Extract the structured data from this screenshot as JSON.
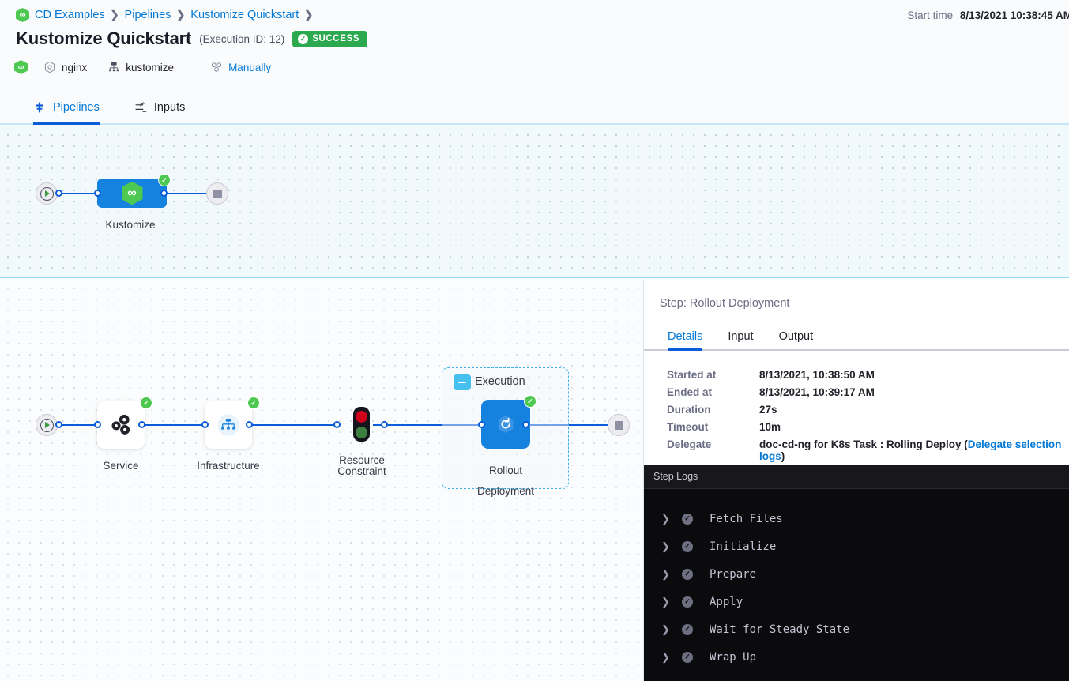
{
  "header": {
    "breadcrumb": [
      {
        "label": "CD Examples",
        "icon": "harness-hex-icon"
      },
      {
        "label": "Pipelines"
      },
      {
        "label": "Kustomize Quickstart"
      }
    ],
    "start_time_label": "Start time",
    "start_time_value": "8/13/2021 10:38:45 AM",
    "title": "Kustomize Quickstart",
    "execution_id": "(Execution ID: 12)",
    "status_badge": "SUCCESS",
    "status_color": "#2ca84f",
    "meta": [
      {
        "icon": "harness-hex-icon",
        "label": ""
      },
      {
        "icon": "service-hexagon-icon",
        "label": "nginx"
      },
      {
        "icon": "environment-icon",
        "label": "kustomize"
      },
      {
        "icon": "trigger-manual-icon",
        "label": "Manually",
        "link": true
      }
    ]
  },
  "tabs": [
    {
      "label": "Pipelines",
      "icon": "pipeline-icon",
      "active": true
    },
    {
      "label": "Inputs",
      "icon": "inputs-icon",
      "active": false
    }
  ],
  "top_graph": {
    "start_node": "start-node",
    "stage": {
      "label": "Kustomize",
      "status": "success"
    },
    "end_node": "stop-node"
  },
  "stage_selector": {
    "stage_label": "Kustomize",
    "segments": [
      "Infrastructure",
      "Execution"
    ]
  },
  "bottom_graph": {
    "nodes": [
      {
        "label": "Service",
        "icon": "service-icon",
        "status": "success"
      },
      {
        "label": "Infrastructure",
        "icon": "infrastructure-icon",
        "status": "success"
      },
      {
        "label": "Resource\nConstraint",
        "icon": "traffic-light-icon",
        "status": "none"
      },
      {
        "label": "Rollout\nDeployment",
        "icon": "rollout-icon",
        "status": "success"
      }
    ],
    "group": {
      "title": "Execution",
      "collapse_icon": "minus-icon"
    }
  },
  "right_panel": {
    "step_title": "Step: Rollout Deployment",
    "tabs": [
      {
        "label": "Details",
        "active": true
      },
      {
        "label": "Input",
        "active": false
      },
      {
        "label": "Output",
        "active": false
      }
    ],
    "details": [
      {
        "label": "Started at",
        "value": "8/13/2021, 10:38:50 AM"
      },
      {
        "label": "Ended at",
        "value": "8/13/2021, 10:39:17 AM"
      },
      {
        "label": "Duration",
        "value": "27s"
      },
      {
        "label": "Timeout",
        "value": "10m"
      },
      {
        "label": "Delegate",
        "value": "doc-cd-ng for K8s Task : Rolling Deploy (",
        "link_text": "Delegate selection logs",
        "value_suffix": ")"
      }
    ]
  },
  "logs": {
    "title": "Step Logs",
    "rows": [
      {
        "name": "Fetch Files",
        "status": "success"
      },
      {
        "name": "Initialize",
        "status": "success"
      },
      {
        "name": "Prepare",
        "status": "success"
      },
      {
        "name": "Apply",
        "status": "success"
      },
      {
        "name": "Wait for Steady State",
        "status": "success"
      },
      {
        "name": "Wrap Up",
        "status": "success"
      }
    ]
  },
  "colors": {
    "accent_blue": "#0278d5",
    "link_blue": "#0b5cd8",
    "node_blue": "#1682e0",
    "success_green": "#4dc952",
    "badge_green": "#2ca84f"
  }
}
